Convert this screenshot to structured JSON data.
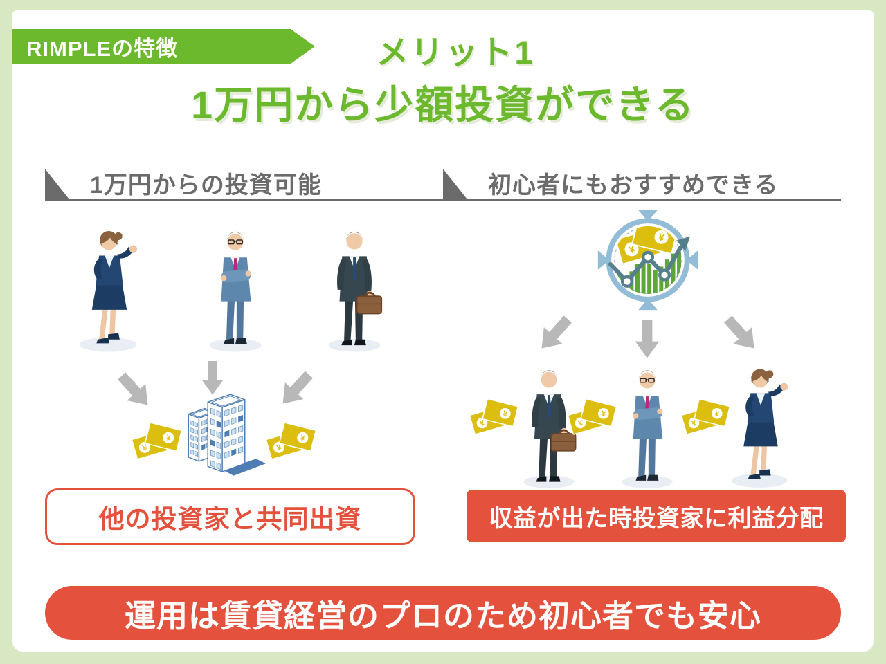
{
  "colors": {
    "frame": "#d8e8c2",
    "brand": "#6cb92e",
    "heading": "#6b6b6b",
    "arrow": "#b8b8b8",
    "accent": "#e4523e",
    "money": "#dcbe0e",
    "building": "#4d7db3",
    "ring": "#93bcd7",
    "chart": "#5fa638"
  },
  "header": {
    "ribbon_label": "RIMPLEの特徴",
    "merit_label": "メリット1",
    "title": "1万円から少額投資ができる"
  },
  "sections": {
    "left": {
      "heading": "1万円からの投資可能",
      "caption": "他の投資家と共同出資"
    },
    "right": {
      "heading": "初心者にもおすすめできる",
      "caption": "収益が出た時投資家に利益分配"
    }
  },
  "footer": {
    "banner": "運用は賃貸経営のプロのため初心者でも安心"
  },
  "glyphs": {
    "yen": "¥"
  },
  "icons": {
    "money": "yen-banknotes-icon",
    "buildings": "apartment-buildings-icon",
    "growth": "investment-growth-icon",
    "arrow": "down-arrow-icon",
    "people": [
      "businesswoman-icon",
      "businessman-arms-crossed-icon",
      "businessman-briefcase-icon"
    ]
  }
}
